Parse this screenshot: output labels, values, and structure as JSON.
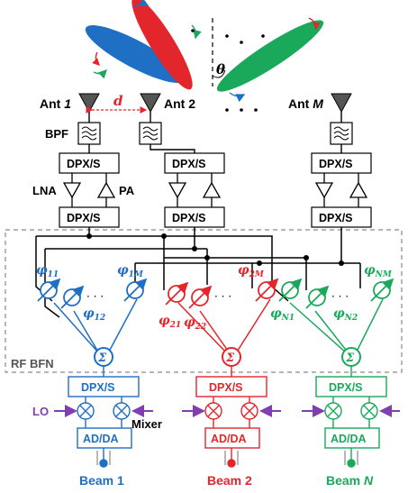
{
  "antennas": {
    "ant1_prefix": "Ant ",
    "ant1_num": "1",
    "ant2": "Ant 2",
    "antM_prefix": "Ant ",
    "antM_letter": "M",
    "spacing": "d",
    "angle": "θ"
  },
  "blocks": {
    "bpf": "BPF",
    "dpx": "DPX/S",
    "lna": "LNA",
    "pa": "PA",
    "rf_bfn": "RF BFN",
    "sum": "Σ",
    "lo": "LO",
    "mixer": "Mixer",
    "adda": "AD/DA",
    "dots": "· · ·"
  },
  "phase_shifters": {
    "beam1": [
      "φ11",
      "φ12",
      "φ1M"
    ],
    "beam2": [
      "φ21",
      "φ22",
      "φ2M"
    ],
    "beamN": [
      "φN1",
      "φN2",
      "φNM"
    ]
  },
  "beams": {
    "beam1": "Beam 1",
    "beam2": "Beam 2",
    "beamN_prefix": "Beam ",
    "beamN_letter": "N"
  },
  "colors": {
    "beam1": "#1f6fc4",
    "beam2": "#e3262b",
    "beamN": "#1aa95a",
    "lo_arrow": "#7f3fb0",
    "wire": "#000000",
    "bfn_border": "#8a8a8a"
  }
}
